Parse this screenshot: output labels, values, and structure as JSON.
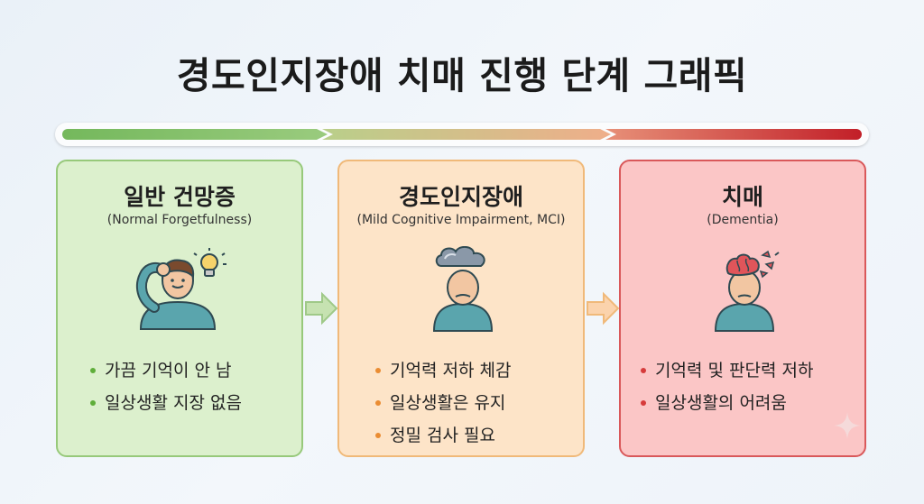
{
  "title": "경도인지장애 치매 진행 단계 그래픽",
  "colors": {
    "green": "#7cbb62",
    "orange": "#eaa67a",
    "red": "#c92a2f"
  },
  "stages": [
    {
      "title": "일반 건망증",
      "subtitle": "(Normal Forgetfulness)",
      "icon": "person-scratching-head-lightbulb-icon",
      "bullets": [
        "가끔 기억이 안 남",
        "일상생활 지장 없음"
      ]
    },
    {
      "title": "경도인지장애",
      "subtitle": "(Mild Cognitive Impairment, MCI)",
      "icon": "person-cloud-over-head-icon",
      "bullets": [
        "기억력 저하 체감",
        "일상생활은 유지",
        "정밀 검사 필요"
      ]
    },
    {
      "title": "치매",
      "subtitle": "(Dementia)",
      "icon": "person-broken-brain-icon",
      "bullets": [
        "기억력 및 판단력 저하",
        "일상생활의 어려움"
      ]
    }
  ]
}
